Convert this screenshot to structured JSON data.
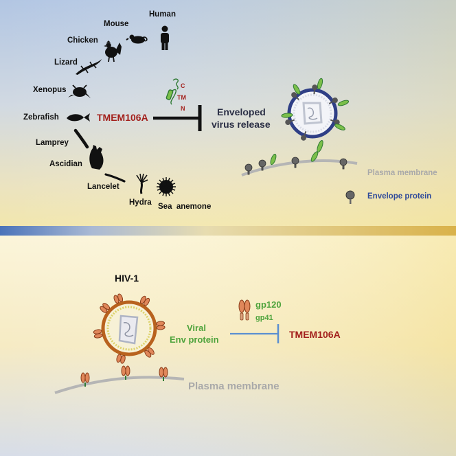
{
  "top": {
    "species": [
      "Human",
      "Mouse",
      "Chicken",
      "Lizard",
      "Xenopus",
      "Zebrafish",
      "Lamprey",
      "Ascidian",
      "Lancelet",
      "Hydra",
      "Sea  anemone"
    ],
    "gene": "TMEM106A",
    "domains": {
      "c": "C",
      "tm": "TM",
      "n": "N"
    },
    "outcome": {
      "line1": "Enveloped",
      "line2": "virus release"
    },
    "membrane_label": "Plasma membrane",
    "envelope_label": "Envelope protein"
  },
  "bottom": {
    "virus": "HIV-1",
    "gp120": "gp120",
    "gp41": "gp41",
    "env": {
      "line1": "Viral",
      "line2": "Env protein"
    },
    "gene": "TMEM106A",
    "membrane_label": "Plasma membrane"
  },
  "colors": {
    "gene_red": "#a3201c",
    "green_text": "#4ea33c",
    "blue_text": "#2e4a9a",
    "grey_text": "#a9a9a9",
    "navy_virus": "#2f3f86",
    "orange_virus": "#b8621e",
    "inhibit_blue": "#5a8fd1"
  }
}
